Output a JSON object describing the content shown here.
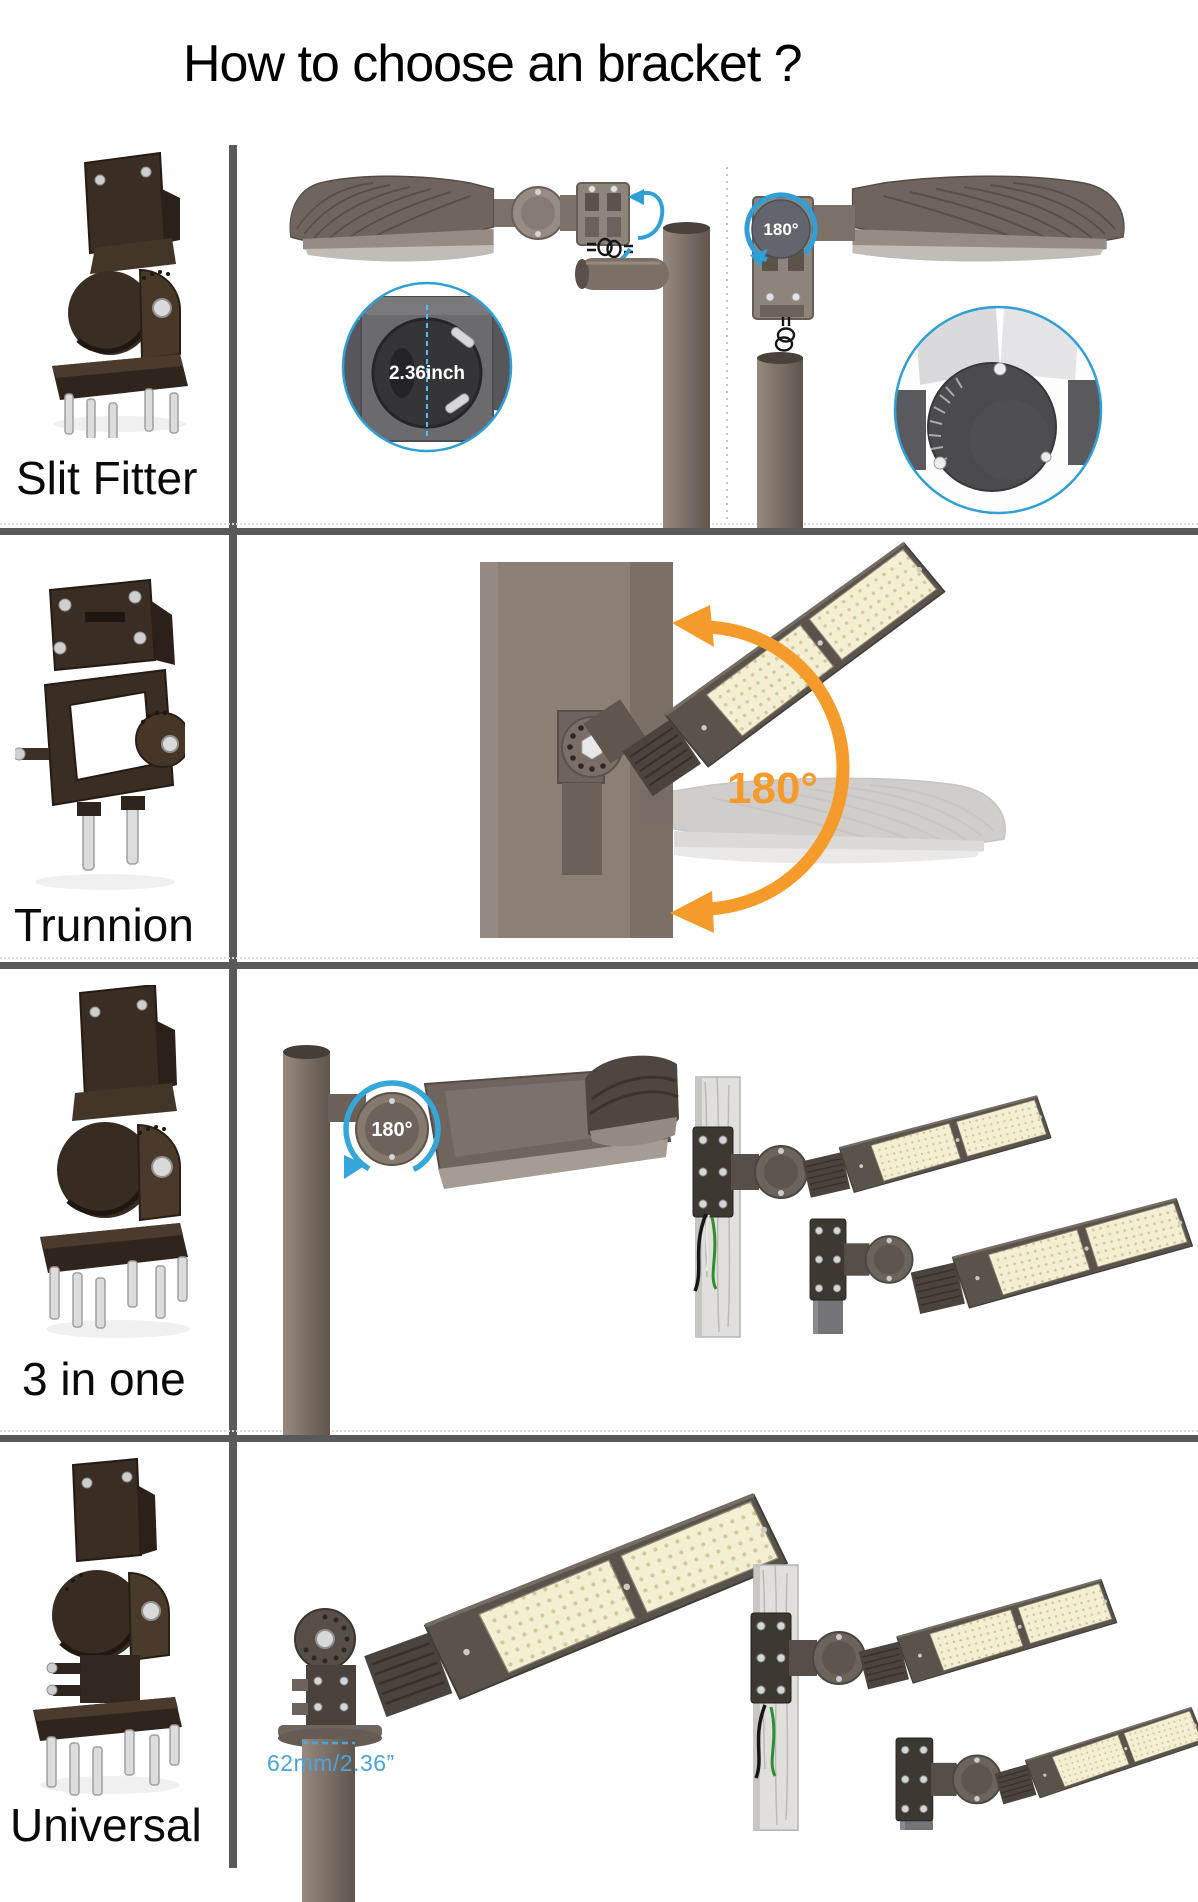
{
  "title": "How to choose an bracket ?",
  "sections": [
    {
      "label": "Slit Fitter",
      "rotation_badge": "180°",
      "size_callout": "2.36inch"
    },
    {
      "label": "Trunnion",
      "rotation_badge": "180°"
    },
    {
      "label": "3 in one",
      "rotation_badge": "180°"
    },
    {
      "label": "Universal",
      "size_callout": "62mm/2.36”"
    }
  ],
  "colors": {
    "accent_blue": "#2f9fd6",
    "accent_orange": "#f59b2c",
    "divider_gray": "#58595b",
    "wire_green": "#2f8f2f"
  }
}
